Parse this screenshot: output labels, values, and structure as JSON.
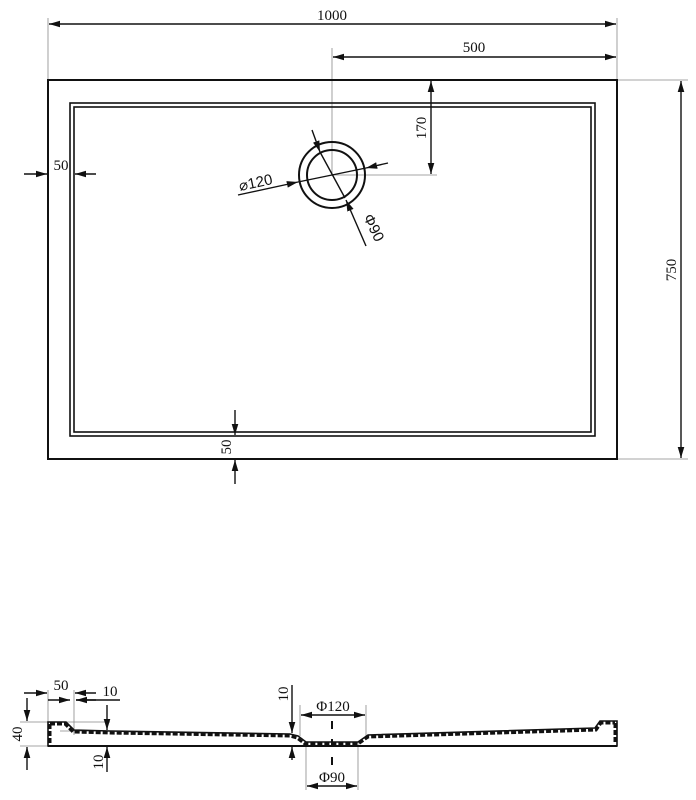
{
  "title": "Shower tray technical drawing 1000 x 750",
  "colors": {
    "line": "#111111",
    "extension": "#888888",
    "background": "#ffffff"
  },
  "plan_view": {
    "width_label": "1000",
    "drain_offset_x_label": "500",
    "drain_offset_y_label": "170",
    "depth_label": "750",
    "rim_left_label": "50",
    "rim_bottom_label": "50",
    "drain_outer_label": "⌀120",
    "drain_inner_label": "Φ90"
  },
  "section_view": {
    "rim_width_label": "50",
    "step_label": "10",
    "height_label": "40",
    "base_thickness_label": "10",
    "slope_label": "10",
    "drain_outer_label": "Φ120",
    "drain_inner_label": "Φ90"
  }
}
